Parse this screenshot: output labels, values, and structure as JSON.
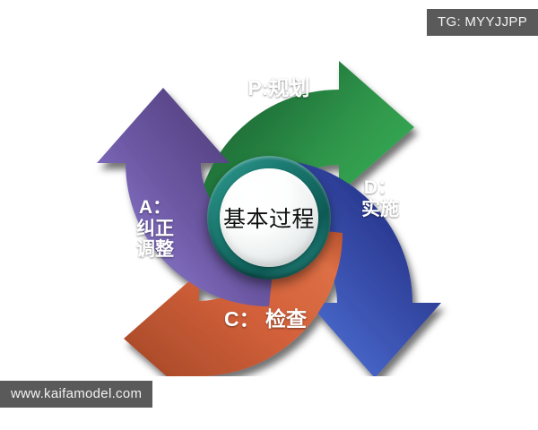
{
  "diagram": {
    "title": "PDCA cycle",
    "center": {
      "label": "基本过程"
    },
    "segments": [
      {
        "key": "plan",
        "letter": "P",
        "label": "P:规划",
        "position": "top",
        "color": "#31a14f",
        "color_dark": "#155c30",
        "direction": "clockwise"
      },
      {
        "key": "do",
        "letter": "D",
        "label": "D：\n实施",
        "position": "right",
        "color": "#4a6ed0",
        "color_dark": "#16235e",
        "direction": "clockwise"
      },
      {
        "key": "check",
        "letter": "C",
        "label": "C： 检查",
        "position": "bottom",
        "color": "#d9643c",
        "color_dark": "#8a3418",
        "direction": "clockwise"
      },
      {
        "key": "act",
        "letter": "A",
        "label": "A：\n纠正\n调整",
        "position": "left",
        "color": "#8a79cc",
        "color_dark": "#413166",
        "direction": "clockwise"
      }
    ],
    "ring": {
      "color": "#1b7a71",
      "color_light": "#2f9b90",
      "color_dark": "#0e5a55"
    }
  },
  "overlay": {
    "tag_badge": "TG: MYYJJPP",
    "watermark": "www.kaifamodel.com",
    "badge_background": "#5a5a5a",
    "badge_text_color": "#f2f2f2"
  },
  "page": {
    "background": "#ffffff"
  }
}
